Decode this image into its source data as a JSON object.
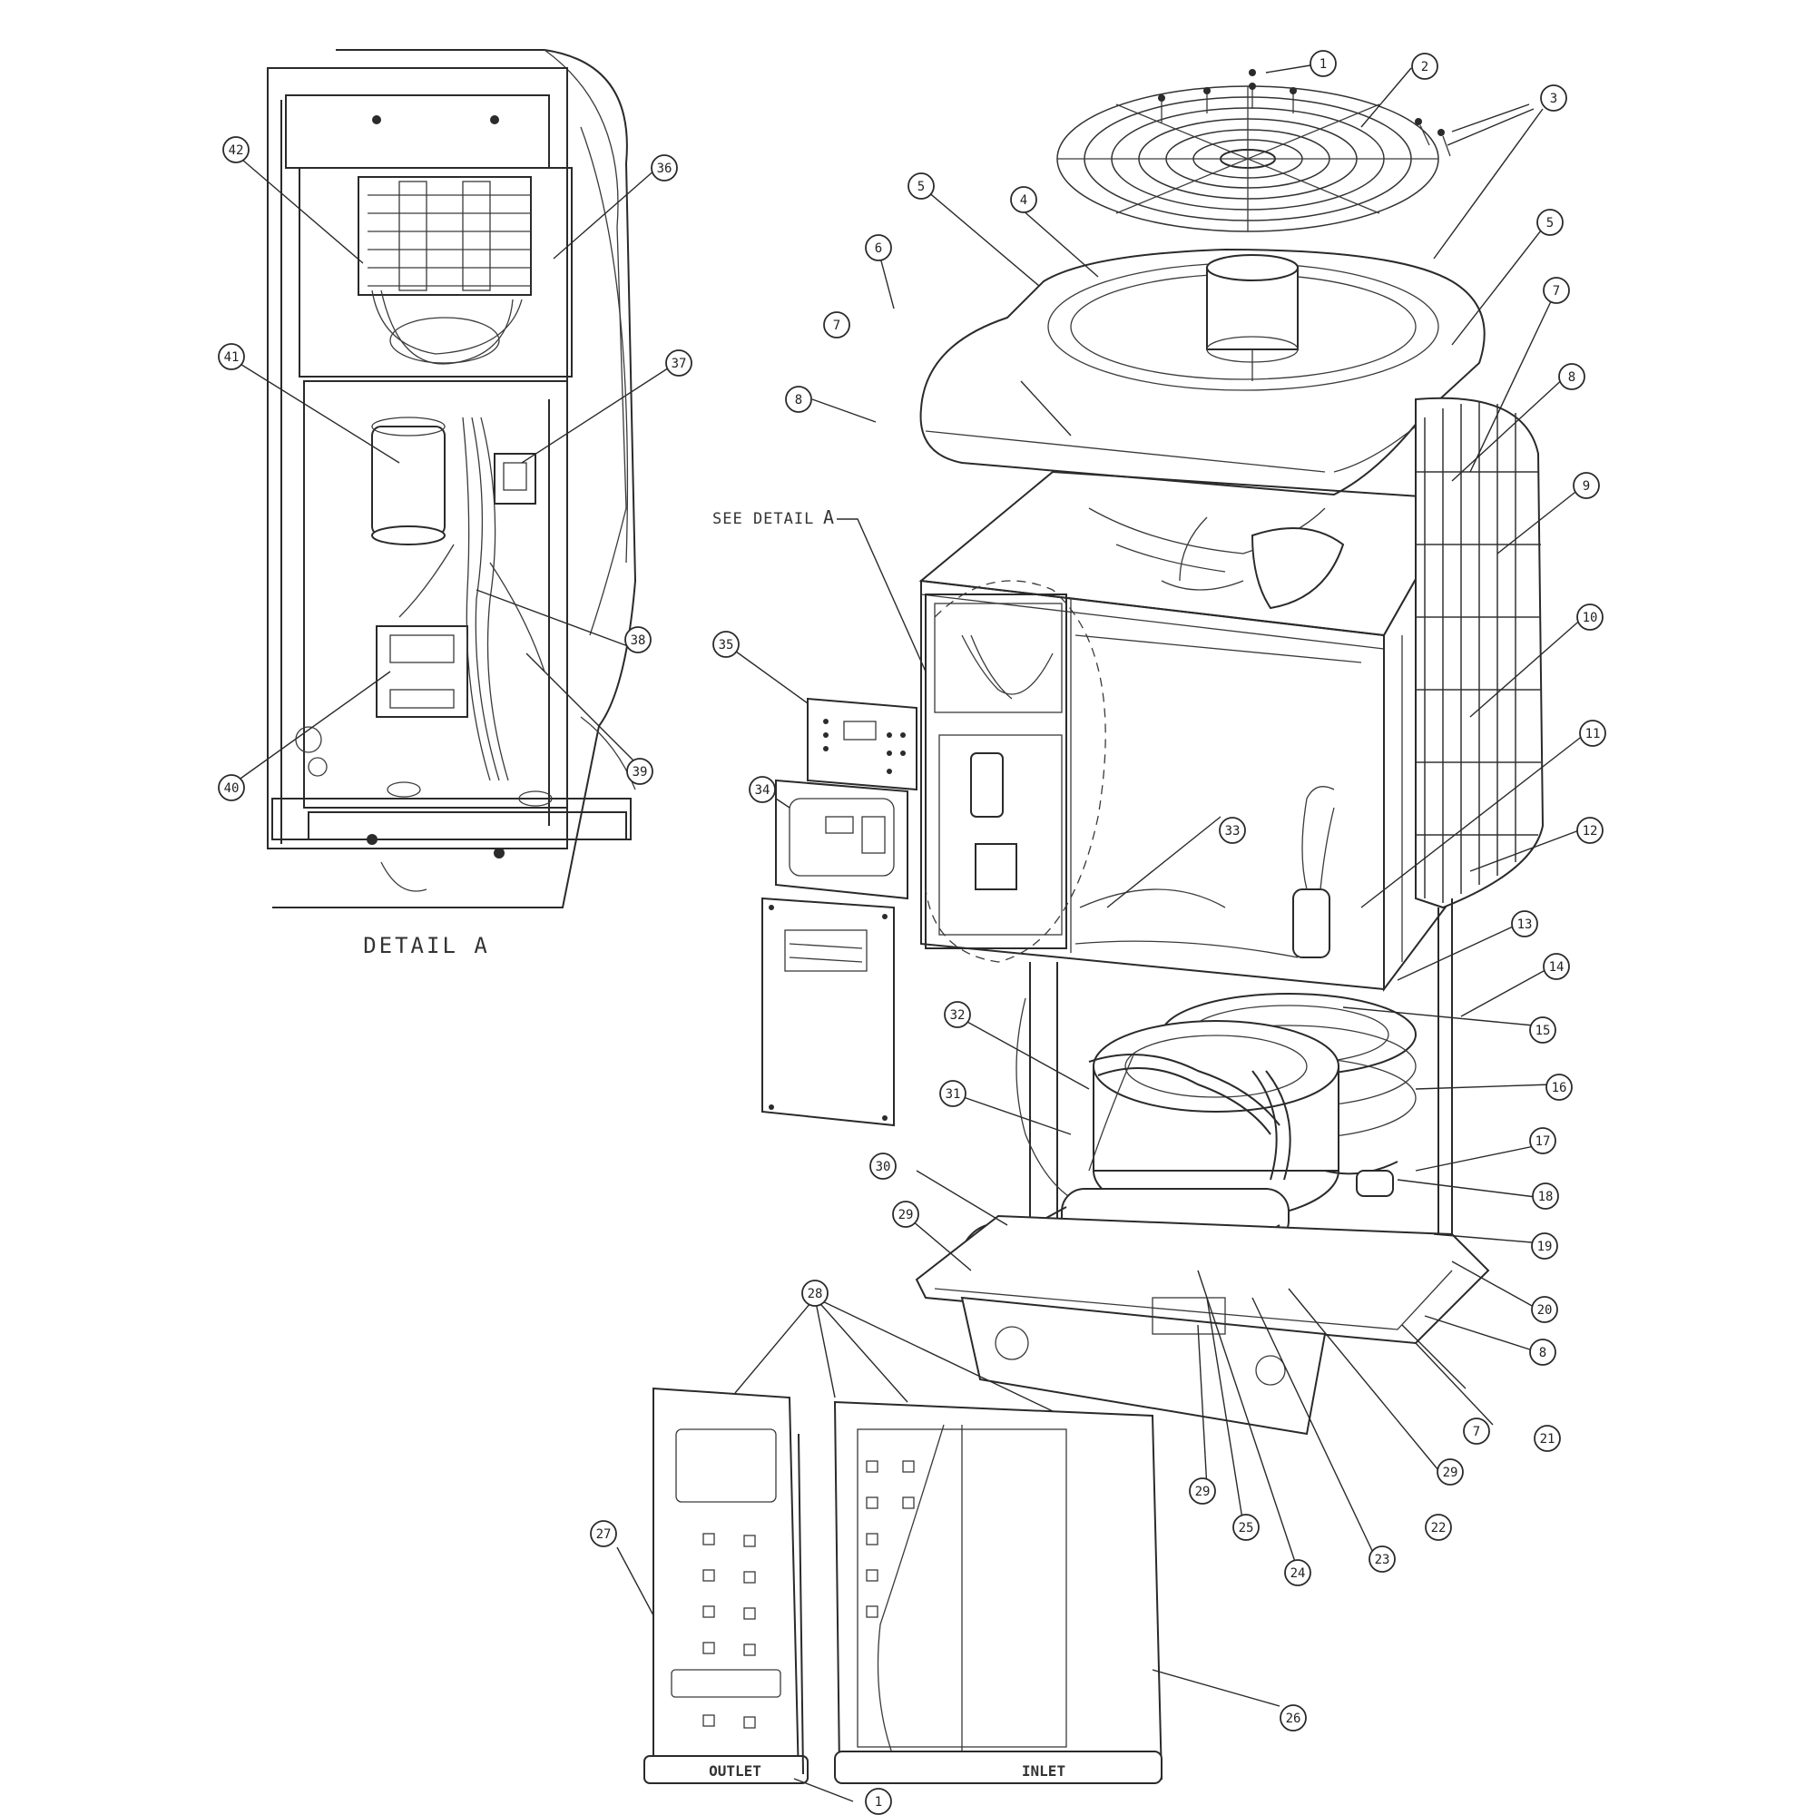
{
  "detail_caption": "DETAIL A",
  "see_detail_label": "SEE DETAIL",
  "see_detail_letter": "A",
  "outlet_label": "OUTLET",
  "inlet_label": "INLET",
  "callouts": {
    "c1_top": "1",
    "c2": "2",
    "c3": "3",
    "c4": "4",
    "c5_left": "5",
    "c5_right": "5",
    "c6": "6",
    "c7_left": "7",
    "c7_right": "7",
    "c8_left": "8",
    "c8_right": "8",
    "c9": "9",
    "c10": "10",
    "c11": "11",
    "c12": "12",
    "c13": "13",
    "c14": "14",
    "c15": "15",
    "c16": "16",
    "c17": "17",
    "c18": "18",
    "c19": "19",
    "c20": "20",
    "c8_low": "8",
    "c7_low": "7",
    "c21": "21",
    "c29_right": "29",
    "c22": "22",
    "c23": "23",
    "c24": "24",
    "c25": "25",
    "c29_mid": "29",
    "c26": "26",
    "c1_bottom": "1",
    "c27": "27",
    "c28": "28",
    "c29_left": "29",
    "c30": "30",
    "c31": "31",
    "c32": "32",
    "c33": "33",
    "c34": "34",
    "c35": "35",
    "c36": "36",
    "c37": "37",
    "c38": "38",
    "c39": "39",
    "c40": "40",
    "c41": "41",
    "c42": "42"
  }
}
